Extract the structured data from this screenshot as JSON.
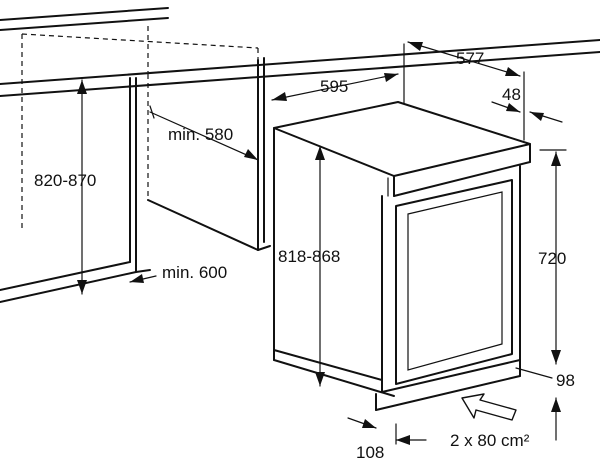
{
  "labels": {
    "niche_height": "820-870",
    "niche_depth": "min. 580",
    "niche_width": "min. 600",
    "appliance_depth": "577",
    "appliance_width": "595",
    "door_offset": "48",
    "appliance_height": "818-868",
    "door_height": "720",
    "plinth_height": "98",
    "plinth_depth": "108",
    "ventilation": "2 x 80 cm²"
  }
}
